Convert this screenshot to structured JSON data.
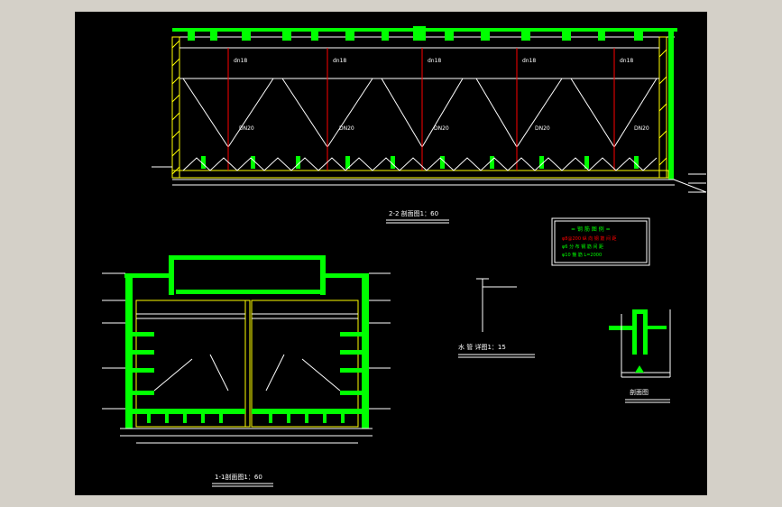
{
  "drawing": {
    "section_22_title": "2-2 剖面图1：60",
    "section_11_title": "1-1剖面图1：60",
    "pipe_detail_title": "水 管 详图1：15",
    "right_detail_title": "剖面图",
    "pipe_tags": [
      "dn18",
      "dn18",
      "dn18",
      "dn18",
      "dn18"
    ],
    "trough_tags": [
      "DN20",
      "DN20",
      "DN20",
      "DN20",
      "DN20"
    ],
    "legend": {
      "title": "= 钢 筋 图 例 =",
      "lines": [
        "φ8@200 纵 向 钢 筋 间 距",
        "φ6 分 布 钢 筋 间 距",
        "φ10 箍 筋 L=2000"
      ]
    },
    "colors": {
      "background": "#000000",
      "rebar": "#00ff00",
      "concrete": "#ffff00",
      "lines": "#ffffff",
      "accent": "#ff0000"
    }
  }
}
